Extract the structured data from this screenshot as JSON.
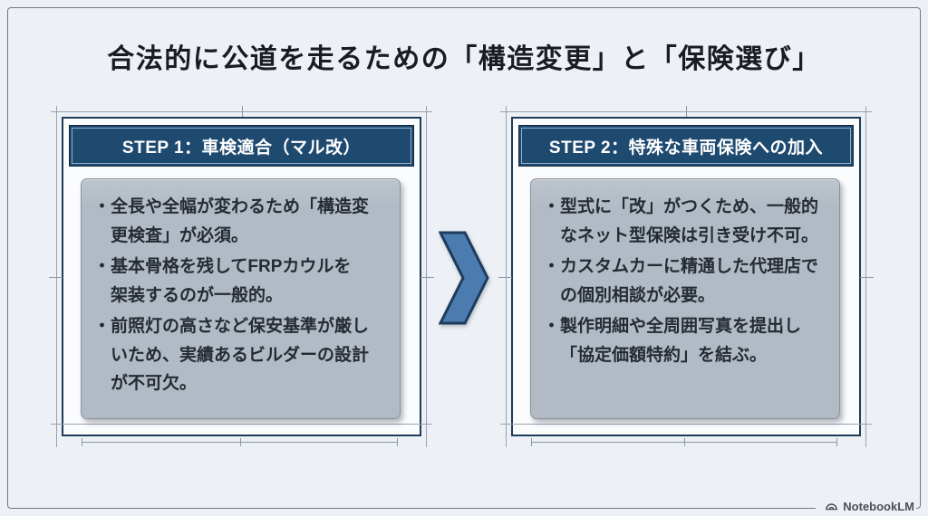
{
  "slide": {
    "title": "合法的に公道を走るための「構造変更」と「保険選び」"
  },
  "panels": [
    {
      "header": "STEP 1：車検適合（マル改）",
      "bullets": [
        "・全長や全幅が変わるため「構造変\n更検査」が必須。",
        "・基本骨格を残してFRPカウルを\n架装するのが一般的。",
        "・前照灯の高さなど保安基準が厳し\nいため、実績あるビルダーの設計\nが不可欠。"
      ]
    },
    {
      "header": "STEP 2：特殊な車両保険への加入",
      "bullets": [
        "・型式に「改」がつくため、一般的\nなネット型保険は引き受け不可。",
        "・カスタムカーに精通した代理店で\nの個別相談が必要。",
        "・製作明細や全周囲写真を提出し\n「協定価額特約」を結ぶ。"
      ]
    }
  ],
  "watermark": {
    "label": "NotebookLM"
  },
  "colors": {
    "background": "#edf1f6",
    "frame_line": "#6e7884",
    "guide_line": "#97a3b1",
    "panel_border": "#1d3c5a",
    "header_bg": "#1f4a70",
    "header_inner_border": "#93aecb",
    "card_bg": "#b2bbc5",
    "card_border": "#8a9199",
    "chevron_fill": "#4c7caf",
    "chevron_stroke": "#1d3c5e",
    "title_text": "#191c20",
    "body_text": "#242b33"
  }
}
